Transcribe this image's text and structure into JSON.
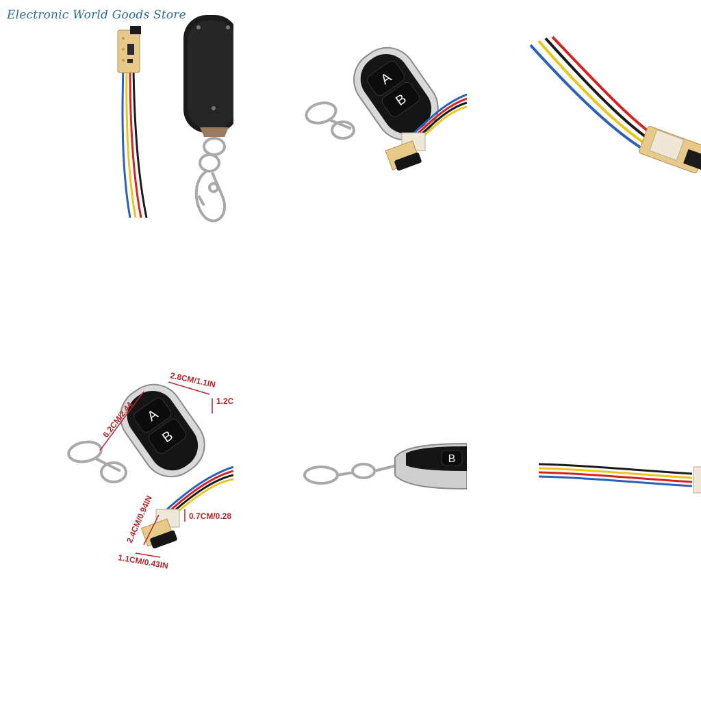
{
  "watermark": "Electronic World Goods Store",
  "colors": {
    "remote_body": "#1b1b1b",
    "chrome": "#c9c9c9",
    "pcb": "#e7c98a",
    "connector": "#efe8d9",
    "wire_blue": "#2b5fb8",
    "wire_yellow": "#e9c61e",
    "wire_black": "#1a1a1a",
    "wire_red": "#d22424",
    "dimension_red": "#b3262c"
  },
  "icons": [
    "remote-icon",
    "keyring-icon",
    "receiver-module-icon",
    "wires-icon"
  ],
  "remote_buttons": {
    "a": "A",
    "b": "B"
  },
  "dimensions": {
    "width": "2.8CM/1.1IN",
    "length": "6.2CM/2.44",
    "thickness": "1.2C",
    "module_length": "2.4CM/0.94IN",
    "module_thickness": "0.7CM/0.28",
    "module_width": "1.1CM/0.43IN"
  }
}
